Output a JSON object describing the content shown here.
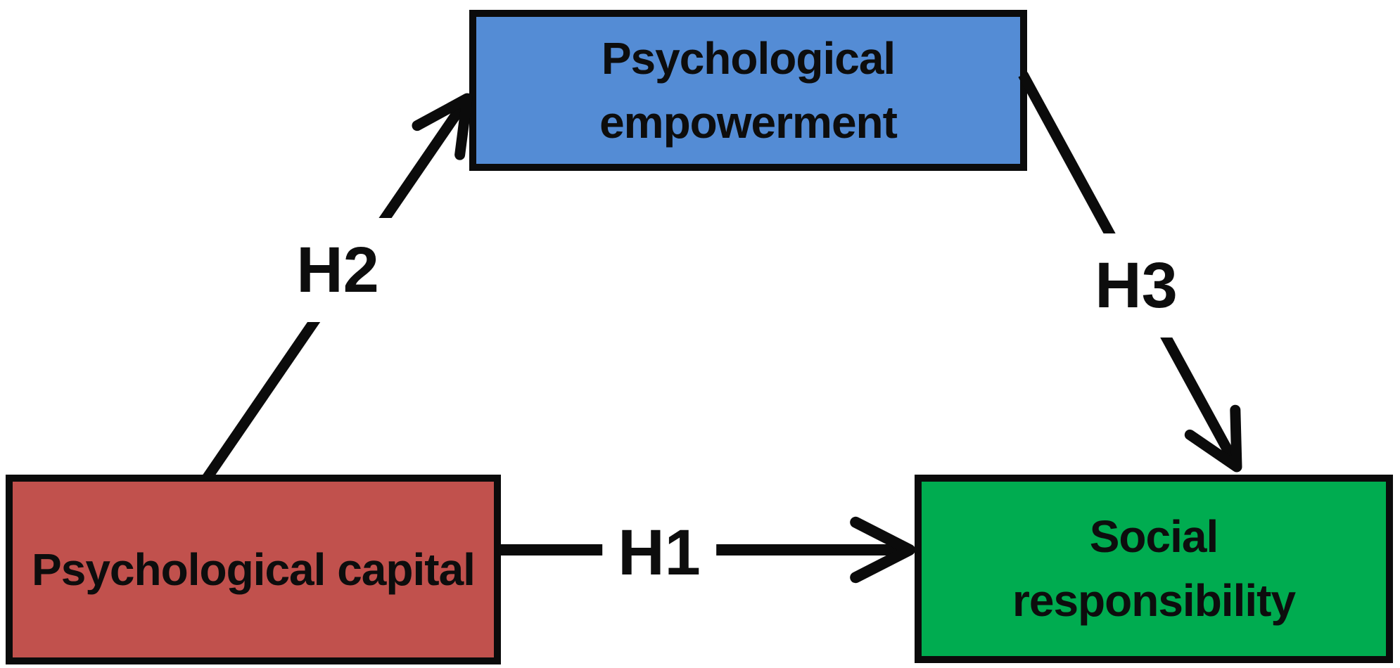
{
  "colors": {
    "background": "#ffffff",
    "arrow": "#0b0b0b",
    "border": "#0b0b0b",
    "text": "#0d0d0d",
    "empowerment_fill": "#548cd5",
    "capital_fill": "#c1514d",
    "responsibility_fill": "#00ac50"
  },
  "nodes": [
    {
      "id": "psychological-empowerment",
      "lines": [
        "Psychological",
        "empowerment"
      ],
      "fill": "#548cd5"
    },
    {
      "id": "psychological-capital",
      "lines": [
        "Psychological capital"
      ],
      "fill": "#c1514d"
    },
    {
      "id": "social-responsibility",
      "lines": [
        "Social",
        "responsibility"
      ],
      "fill": "#00ac50"
    }
  ],
  "edges": [
    {
      "label": "H1",
      "from": "psychological-capital",
      "to": "social-responsibility"
    },
    {
      "label": "H2",
      "from": "psychological-capital",
      "to": "psychological-empowerment"
    },
    {
      "label": "H3",
      "from": "psychological-empowerment",
      "to": "social-responsibility"
    }
  ]
}
